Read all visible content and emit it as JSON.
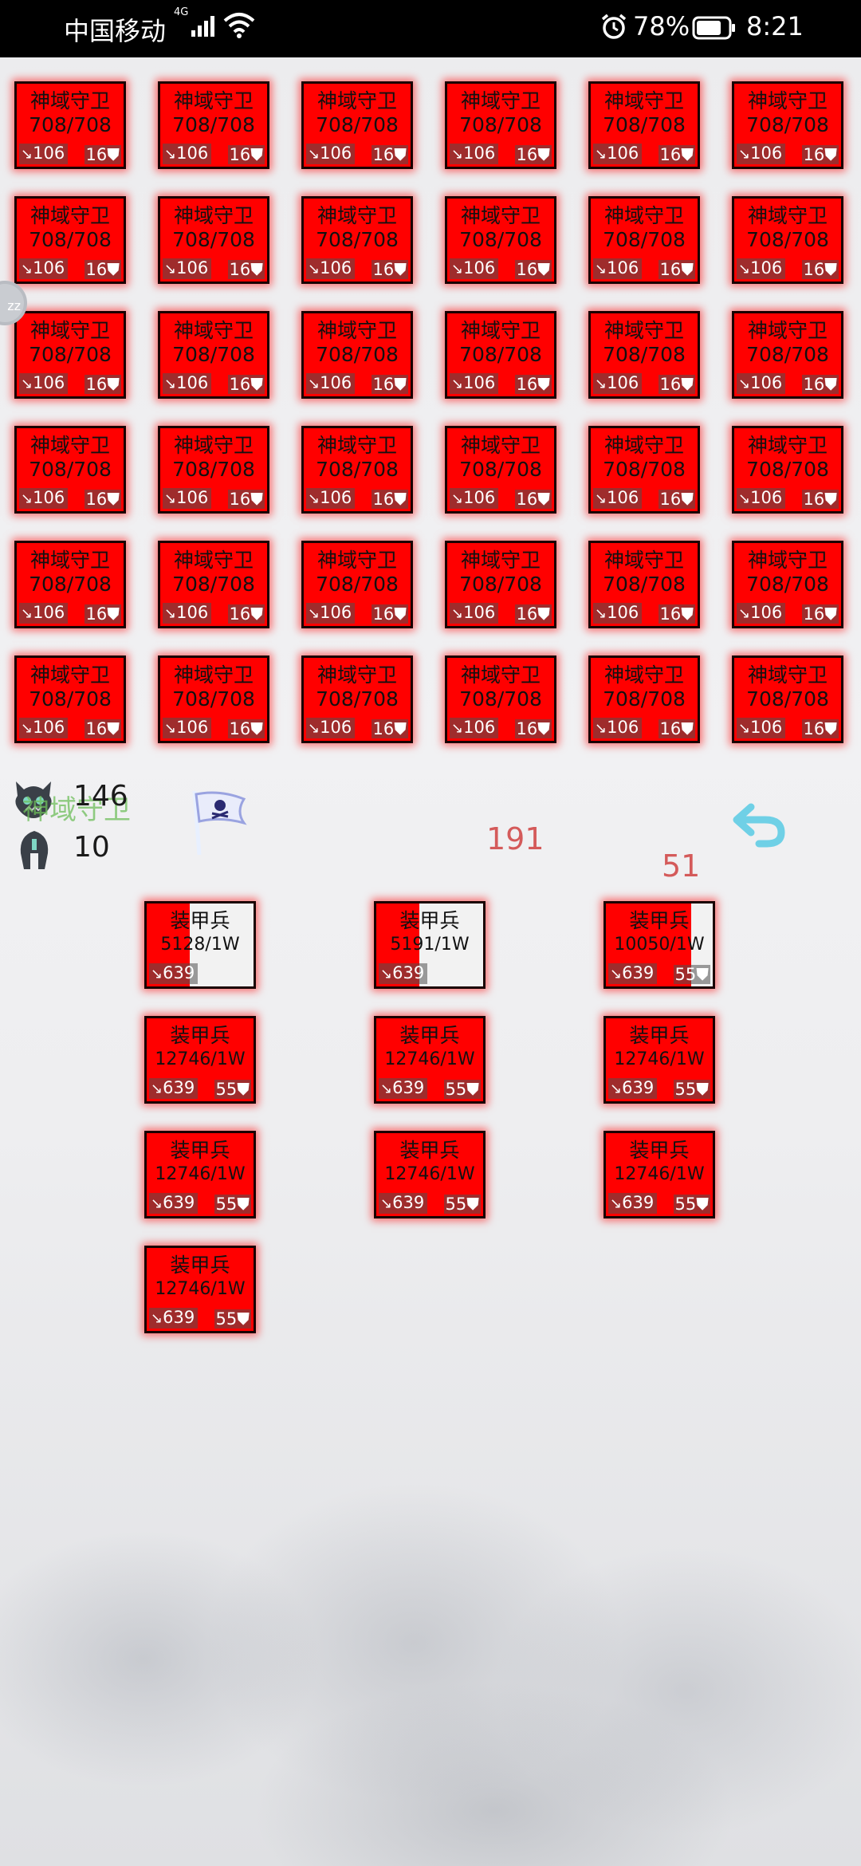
{
  "status_bar": {
    "carrier": "中国移动",
    "network": "4G",
    "battery_pct": "78%",
    "time": "8:21",
    "icons": [
      "signal-icon",
      "wifi-icon",
      "alarm-icon",
      "battery-icon"
    ]
  },
  "enemy_grid": {
    "rows": 6,
    "cols": 6,
    "unit": {
      "name": "神域守卫",
      "hp": "708/708",
      "hp_fraction": 1.0,
      "attack": "106",
      "defense": "16"
    }
  },
  "player_info": {
    "enemy_count": "146",
    "ghost_label": "神域守卫",
    "army_count": "10",
    "damage_a": "191",
    "damage_b": "51"
  },
  "player_units": [
    {
      "name": "装甲兵",
      "hp": "5128/1W",
      "hp_fraction": 0.4,
      "attack": "639",
      "defense": ""
    },
    {
      "name": "装甲兵",
      "hp": "5191/1W",
      "hp_fraction": 0.4,
      "attack": "639",
      "defense": ""
    },
    {
      "name": "装甲兵",
      "hp": "10050/1W",
      "hp_fraction": 0.8,
      "attack": "639",
      "defense": "55"
    },
    {
      "name": "装甲兵",
      "hp": "12746/1W",
      "hp_fraction": 1.0,
      "attack": "639",
      "defense": "55"
    },
    {
      "name": "装甲兵",
      "hp": "12746/1W",
      "hp_fraction": 1.0,
      "attack": "639",
      "defense": "55"
    },
    {
      "name": "装甲兵",
      "hp": "12746/1W",
      "hp_fraction": 1.0,
      "attack": "639",
      "defense": "55"
    },
    {
      "name": "装甲兵",
      "hp": "12746/1W",
      "hp_fraction": 1.0,
      "attack": "639",
      "defense": "55"
    },
    {
      "name": "装甲兵",
      "hp": "12746/1W",
      "hp_fraction": 1.0,
      "attack": "639",
      "defense": "55"
    },
    {
      "name": "装甲兵",
      "hp": "12746/1W",
      "hp_fraction": 1.0,
      "attack": "639",
      "defense": "55"
    },
    {
      "name": "装甲兵",
      "hp": "12746/1W",
      "hp_fraction": 1.0,
      "attack": "639",
      "defense": "55"
    }
  ],
  "colors": {
    "unit_red": "#ff0000",
    "damage_text": "#d45a5a",
    "ghost_text": "#6ebe5a"
  }
}
